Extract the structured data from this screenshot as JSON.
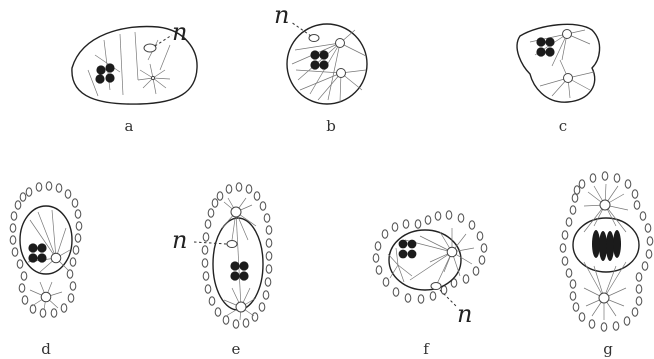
{
  "panels": [
    {
      "id": "a",
      "label": "a"
    },
    {
      "id": "b",
      "label": "b"
    },
    {
      "id": "c",
      "label": "c"
    },
    {
      "id": "d",
      "label": "d"
    },
    {
      "id": "e",
      "label": "e"
    },
    {
      "id": "f",
      "label": "f"
    },
    {
      "id": "g",
      "label": "g"
    }
  ],
  "pointer_label": "n"
}
